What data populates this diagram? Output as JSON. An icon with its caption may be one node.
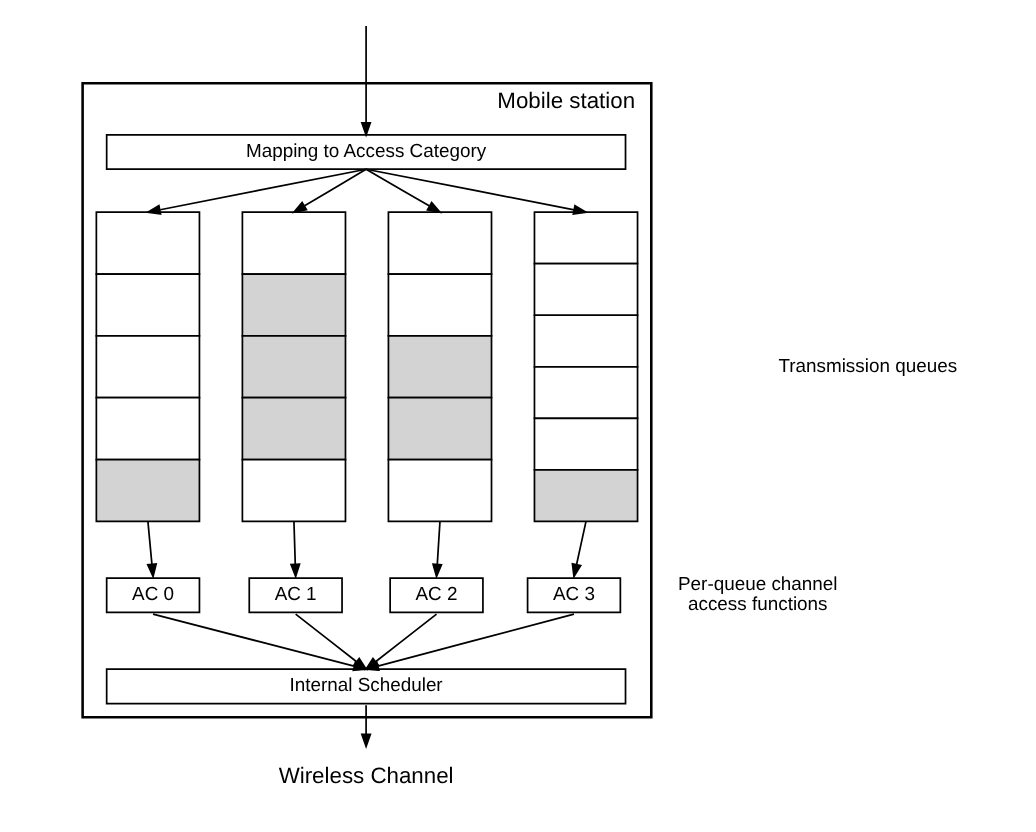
{
  "diagram": {
    "nodes": [
      {
        "text": [
          "Mobile station"
        ]
      },
      {
        "text": [
          "Mapping to Access Category"
        ],
        "in": 0
      },
      {
        "text": [],
        "shape": "box",
        "in": 0
      },
      {
        "text": [],
        "shape": "box",
        "in": 0
      },
      {
        "text": [],
        "shape": "box",
        "in": 0
      },
      {
        "text": [],
        "shape": "box",
        "in": 0
      },
      {
        "text": [
          "AC 0"
        ],
        "in": 0
      },
      {
        "text": [
          "AC 1"
        ],
        "in": 0
      },
      {
        "text": [
          "AC 2"
        ],
        "in": 0
      },
      {
        "text": [
          "AC 3"
        ],
        "in": 0
      },
      {
        "text": [
          "Internal Scheduler"
        ],
        "in": 0
      },
      {
        "text": [
          "Wireless Channel"
        ]
      }
    ],
    "edges": [
      {
        "from": null,
        "to": 1,
        "arrow": "to"
      },
      {
        "from": 1,
        "to": 2,
        "arrow": "to"
      },
      {
        "from": 1,
        "to": 3,
        "arrow": "to"
      },
      {
        "from": 1,
        "to": 4,
        "arrow": "to"
      },
      {
        "from": 1,
        "to": 5,
        "arrow": "to"
      },
      {
        "from": 2,
        "to": 6,
        "arrow": "to"
      },
      {
        "from": 3,
        "to": 7,
        "arrow": "to"
      },
      {
        "from": 4,
        "to": 8,
        "arrow": "to"
      },
      {
        "from": 5,
        "to": 9,
        "arrow": "to"
      },
      {
        "from": 6,
        "to": 10,
        "arrow": "to"
      },
      {
        "from": 7,
        "to": 10,
        "arrow": "to"
      },
      {
        "from": 8,
        "to": 10,
        "arrow": "to"
      },
      {
        "from": 9,
        "to": 10,
        "arrow": "to"
      },
      {
        "from": 10,
        "to": 11,
        "arrow": "to"
      }
    ],
    "labels": [
      "Transmission queues",
      "Per-queue channel access functions"
    ]
  }
}
